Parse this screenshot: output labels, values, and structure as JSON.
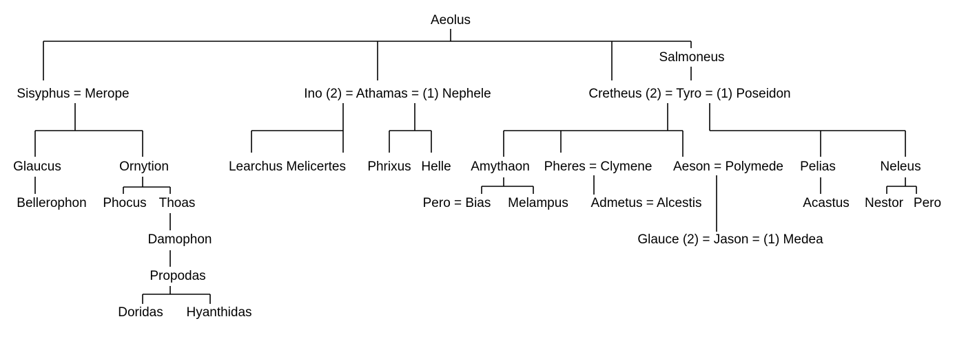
{
  "tree": {
    "aeolus": "Aeolus",
    "salmoneus": "Salmoneus",
    "sisyphus_merope": "Sisyphus = Merope",
    "ino_athamas_nephele": "Ino (2) = Athamas = (1) Nephele",
    "cretheus_tyro_poseidon": "Cretheus (2) = Tyro = (1) Poseidon",
    "glaucus": "Glaucus",
    "ornytion": "Ornytion",
    "bellerophon": "Bellerophon",
    "phocus": "Phocus",
    "thoas": "Thoas",
    "damophon": "Damophon",
    "propodas": "Propodas",
    "doridas": "Doridas",
    "hyanthidas": "Hyanthidas",
    "learchus_melicertes": "Learchus Melicertes",
    "phrixus": "Phrixus",
    "helle": "Helle",
    "amythaon": "Amythaon",
    "pheres_clymene": "Pheres = Clymene",
    "aeson_polymede": "Aeson = Polymede",
    "pelias": "Pelias",
    "neleus": "Neleus",
    "pero_bias": "Pero = Bias",
    "melampus": "Melampus",
    "admetus_alcestis": "Admetus = Alcestis",
    "acastus": "Acastus",
    "nestor": "Nestor",
    "pero": "Pero",
    "glauce_jason_medea": "Glauce (2) = Jason = (1) Medea"
  }
}
